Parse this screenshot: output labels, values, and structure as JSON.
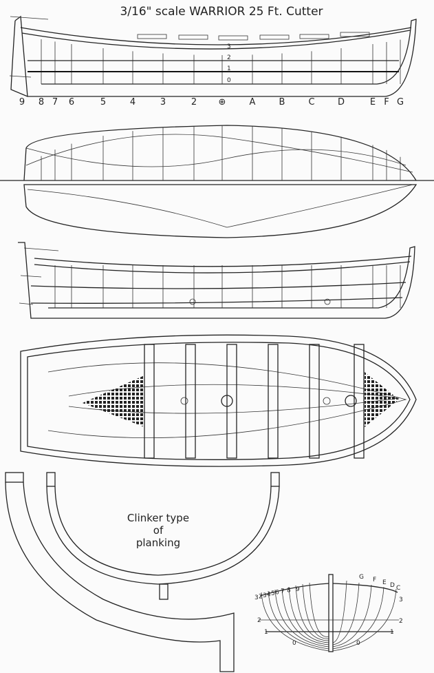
{
  "title": "3/16\" scale WARRIOR 25 Ft. Cutter",
  "stations": [
    "9",
    "8",
    "7",
    "6",
    "5",
    "4",
    "3",
    "2",
    "⊕",
    "A",
    "B",
    "C",
    "D",
    "E",
    "F",
    "G"
  ],
  "waterlines": [
    "3",
    "2",
    "1",
    "0"
  ],
  "note": {
    "line1": "Clinker type",
    "line2": "of",
    "line3": "planking"
  },
  "body_plan": {
    "aft_stations": [
      "9",
      "8",
      "7",
      "6",
      "5",
      "4",
      "3",
      "2"
    ],
    "fore_stations": [
      "G",
      "F",
      "E",
      "D",
      "C"
    ],
    "waterlines_left": [
      "3",
      "2",
      "1",
      "0"
    ],
    "waterlines_right": [
      "3",
      "2",
      "1",
      "0"
    ]
  }
}
